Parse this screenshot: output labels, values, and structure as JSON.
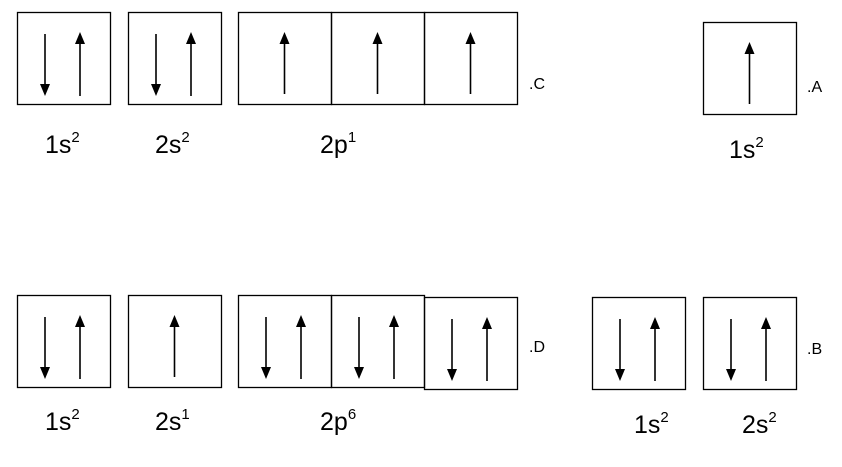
{
  "configurations": {
    "C": {
      "tag": ".C",
      "orbitals": [
        {
          "name": "1s",
          "sup": "2",
          "boxes": [
            [
              "down",
              "up"
            ]
          ]
        },
        {
          "name": "2s",
          "sup": "2",
          "boxes": [
            [
              "down",
              "up"
            ]
          ]
        },
        {
          "name": "2p",
          "sup": "1",
          "boxes": [
            [
              "up"
            ],
            [
              "up"
            ],
            [
              "up"
            ]
          ]
        }
      ]
    },
    "A": {
      "tag": ".A",
      "orbitals": [
        {
          "name": "1s",
          "sup": "2",
          "boxes": [
            [
              "up"
            ]
          ]
        }
      ]
    },
    "D": {
      "tag": ".D",
      "orbitals": [
        {
          "name": "1s",
          "sup": "2",
          "boxes": [
            [
              "down",
              "up"
            ]
          ]
        },
        {
          "name": "2s",
          "sup": "1",
          "boxes": [
            [
              "up"
            ]
          ]
        },
        {
          "name": "2p",
          "sup": "6",
          "boxes": [
            [
              "down",
              "up"
            ],
            [
              "down",
              "up"
            ],
            [
              "down",
              "up"
            ]
          ]
        }
      ]
    },
    "B": {
      "tag": ".B",
      "orbitals": [
        {
          "name": "1s",
          "sup": "2",
          "boxes": [
            [
              "down",
              "up"
            ]
          ]
        },
        {
          "name": "2s",
          "sup": "2",
          "boxes": [
            [
              "down",
              "up"
            ]
          ]
        }
      ]
    }
  }
}
